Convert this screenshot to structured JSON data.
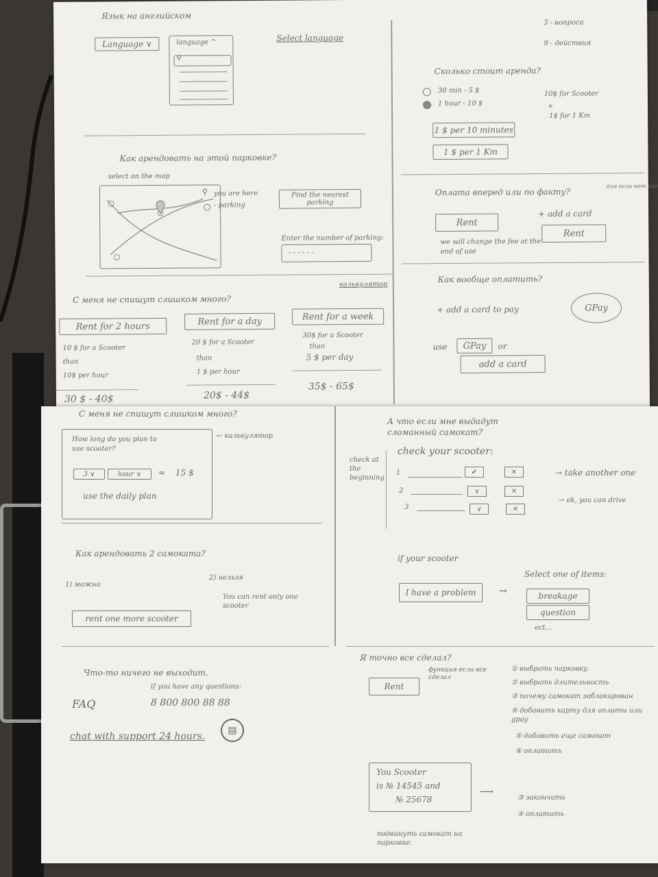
{
  "top_sheet": {
    "language": {
      "heading": "Язык на английском",
      "select_closed": "Language ∨",
      "select_open": "language ^",
      "select_link": "Select language"
    },
    "price": {
      "question": "Сколько стоит аренда?",
      "opt_30min": "30 min  - 5 $",
      "opt_1hour": "1 hour  - 10 $",
      "note_scooter": "10$ for Scooter",
      "note_plus": "+",
      "note_km": "1$ for 1 Km",
      "btn_per_10min": "1 $ per 10 minutes",
      "btn_per_km": "1 $ per 1 Km"
    },
    "corner_notes": {
      "n1": "3 - вопроса",
      "n2": "9 - действия"
    },
    "parking": {
      "question": "Как арендовать на этой парковке?",
      "map_label": "select on the map",
      "legend_you": "you are here",
      "legend_parking": "- parking",
      "btn_find": "Find the nearest parking",
      "enter_label": "Enter the number of parking:",
      "input_placeholder": "- - - - - -"
    },
    "pay_timing": {
      "question": "Оплата вперед или по факту?",
      "btn_rent": "Rent",
      "add_card": "+ add a card",
      "btn_rent2": "Rent",
      "note": "we will change the fee at the end of use",
      "side_note": "для если нет карты"
    },
    "money": {
      "question": "С меня не спишут слишком много?",
      "calc_label": "калькулятор",
      "plans": [
        {
          "btn": "Rent for 2 hours",
          "l1": "10 $ for a Scooter",
          "l2": "than",
          "l3": "10$ per hour",
          "range": "30 $ - 40$"
        },
        {
          "btn": "Rent for a day",
          "l1": "20 $ for a Scooter",
          "l2": "than",
          "l3": "1 $ per hour",
          "range": "20$ - 44$"
        },
        {
          "btn": "Rent for a week",
          "l1": "30$ for a Scooter",
          "l2": "than",
          "l3": "5 $ per day",
          "range": "35$ - 65$"
        }
      ]
    },
    "how_pay": {
      "question": "Как вообще оплатить?",
      "add_card": "+ add a card to pay",
      "gpay": "GPay",
      "use": "use",
      "use_gpay": "GPay",
      "or": "or",
      "btn_add_card": "add a card"
    }
  },
  "bottom_sheet": {
    "calc": {
      "question": "С меня не спишут слишком много?",
      "q": "How long do you plan to use scooter?",
      "num": "3 ∨",
      "unit": "hour ∨",
      "eq": "=",
      "result": "15 $",
      "use_plan": "use the daily plan",
      "arrow": "← калькулятор"
    },
    "damaged": {
      "question": "А что если мне выдадут сломанный самокат?",
      "check_label": "check at the beginning",
      "check_title": "check your scooter:",
      "rows": [
        "1",
        "2",
        "3"
      ],
      "take": "→ take another one",
      "ok": "→ ok, you can drive"
    },
    "two": {
      "question": "Как арендовать 2 самоката?",
      "can": "1) можно",
      "cannot": "2) нельзя",
      "btn_one_more": "rent one more scooter",
      "only_one": "You can rent only one scooter"
    },
    "problem": {
      "if": "if your scooter",
      "btn": "I have a problem",
      "select": "Select one of items:",
      "opt1": "breakage",
      "opt2": "question",
      "opt3": "ect..."
    },
    "support": {
      "question": "Что-то ничего не выходит.",
      "faq": "FAQ",
      "if_q": "if you have any questions:",
      "phone": "8 800 800 88 88",
      "chat": "chat with support 24 hours."
    },
    "all_together": {
      "question": "Я точно все сделал?",
      "btn_rent": "Rent",
      "note": "функция если все сделал",
      "steps": [
        "① выбрать парковку.",
        "② выбрать длительность",
        "③ почему самокат заблокирован",
        "④ добавить карту для оплаты или gpay",
        "⑤ добавить еще самокат",
        "⑥ оплатить"
      ],
      "steps2": [
        "③ закончить",
        "④ оплатить"
      ],
      "box_l1": "You Scooter",
      "box_l2": "is № 14545 and",
      "box_l3": "№ 25678",
      "footer": "подвинуть самокат на парковке."
    }
  }
}
